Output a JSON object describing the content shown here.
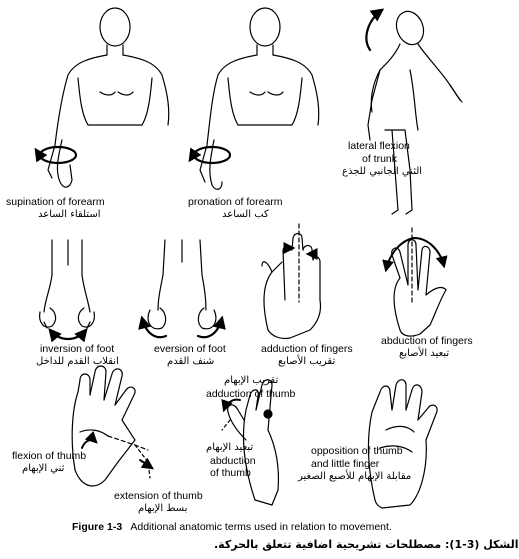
{
  "panels": {
    "supination": {
      "label": "supination of forearm",
      "arabic": "استلقاء الساعد"
    },
    "pronation": {
      "label": "pronation of forearm",
      "arabic": "كب الساعد"
    },
    "lateral_flexion": {
      "label_1": "lateral flexion",
      "label_2": "of trunk",
      "arabic": "الثني الجانبي للجذع"
    },
    "inversion": {
      "label": "inversion of foot",
      "arabic": "انقلاب القدم للداخل"
    },
    "eversion": {
      "label": "eversion of foot",
      "arabic": "شنف القدم"
    },
    "adduction_fingers": {
      "label": "adduction of fingers",
      "arabic": "تقريب الأصابع"
    },
    "abduction_fingers": {
      "label": "abduction of fingers",
      "arabic": "تبعيد الأصابع"
    },
    "flexion_thumb": {
      "label": "flexion of thumb",
      "arabic": "ثني الإبهام"
    },
    "extension_thumb": {
      "label": "extension of thumb",
      "arabic": "بسط الإبهام"
    },
    "adduction_thumb": {
      "label": "adduction of thumb",
      "arabic": "تقريب الإبهام"
    },
    "abduction_thumb": {
      "label_1": "abduction",
      "label_2": "of thumb",
      "arabic": "تبعيد الإبهام"
    },
    "opposition": {
      "label_1": "opposition of thumb",
      "label_2": "and little finger",
      "arabic": "مقابلة الإبهام للأصبع الصغير"
    }
  },
  "caption": {
    "figure_no": "Figure 1-3",
    "text": "Additional anatomic terms used in relation to movement.",
    "arabic": "الشكل (3-1): مصطلحات تشريحية اضافية تتعلق بالحركة."
  },
  "colors": {
    "ink": "#000000",
    "background": "#ffffff"
  }
}
